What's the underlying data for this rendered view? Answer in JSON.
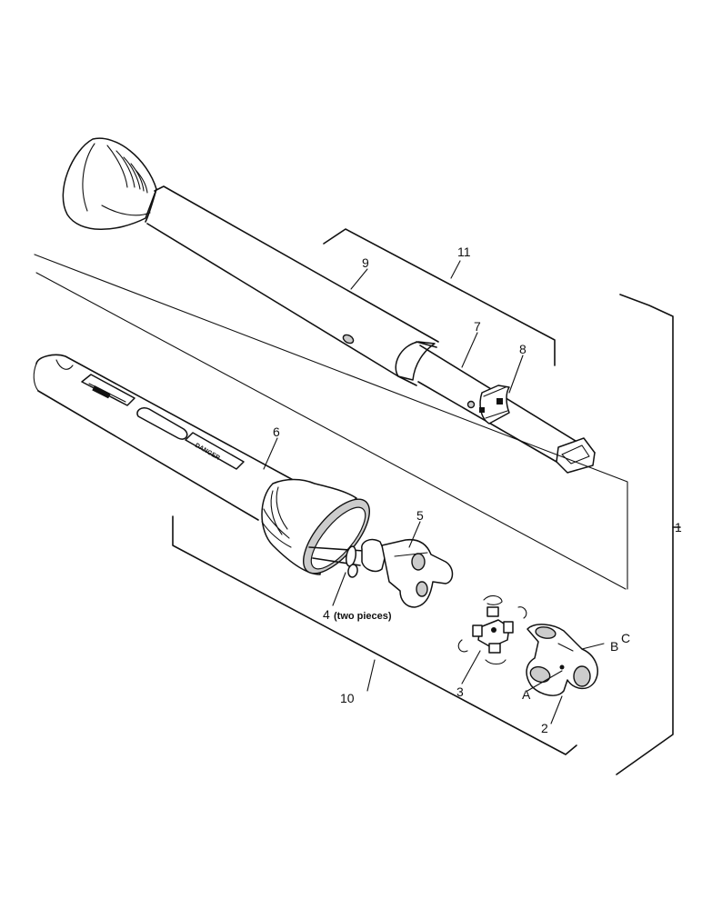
{
  "callouts": {
    "c1": "1",
    "c2": "2",
    "c3": "3",
    "c4": "4",
    "c4_note": "(two pieces)",
    "c5": "5",
    "c6": "6",
    "c7": "7",
    "c8": "8",
    "c9": "9",
    "c10": "10",
    "c11": "11",
    "cA": "A",
    "cB": "B",
    "cC": "C"
  },
  "decal": {
    "warning_text": "DANGER"
  }
}
